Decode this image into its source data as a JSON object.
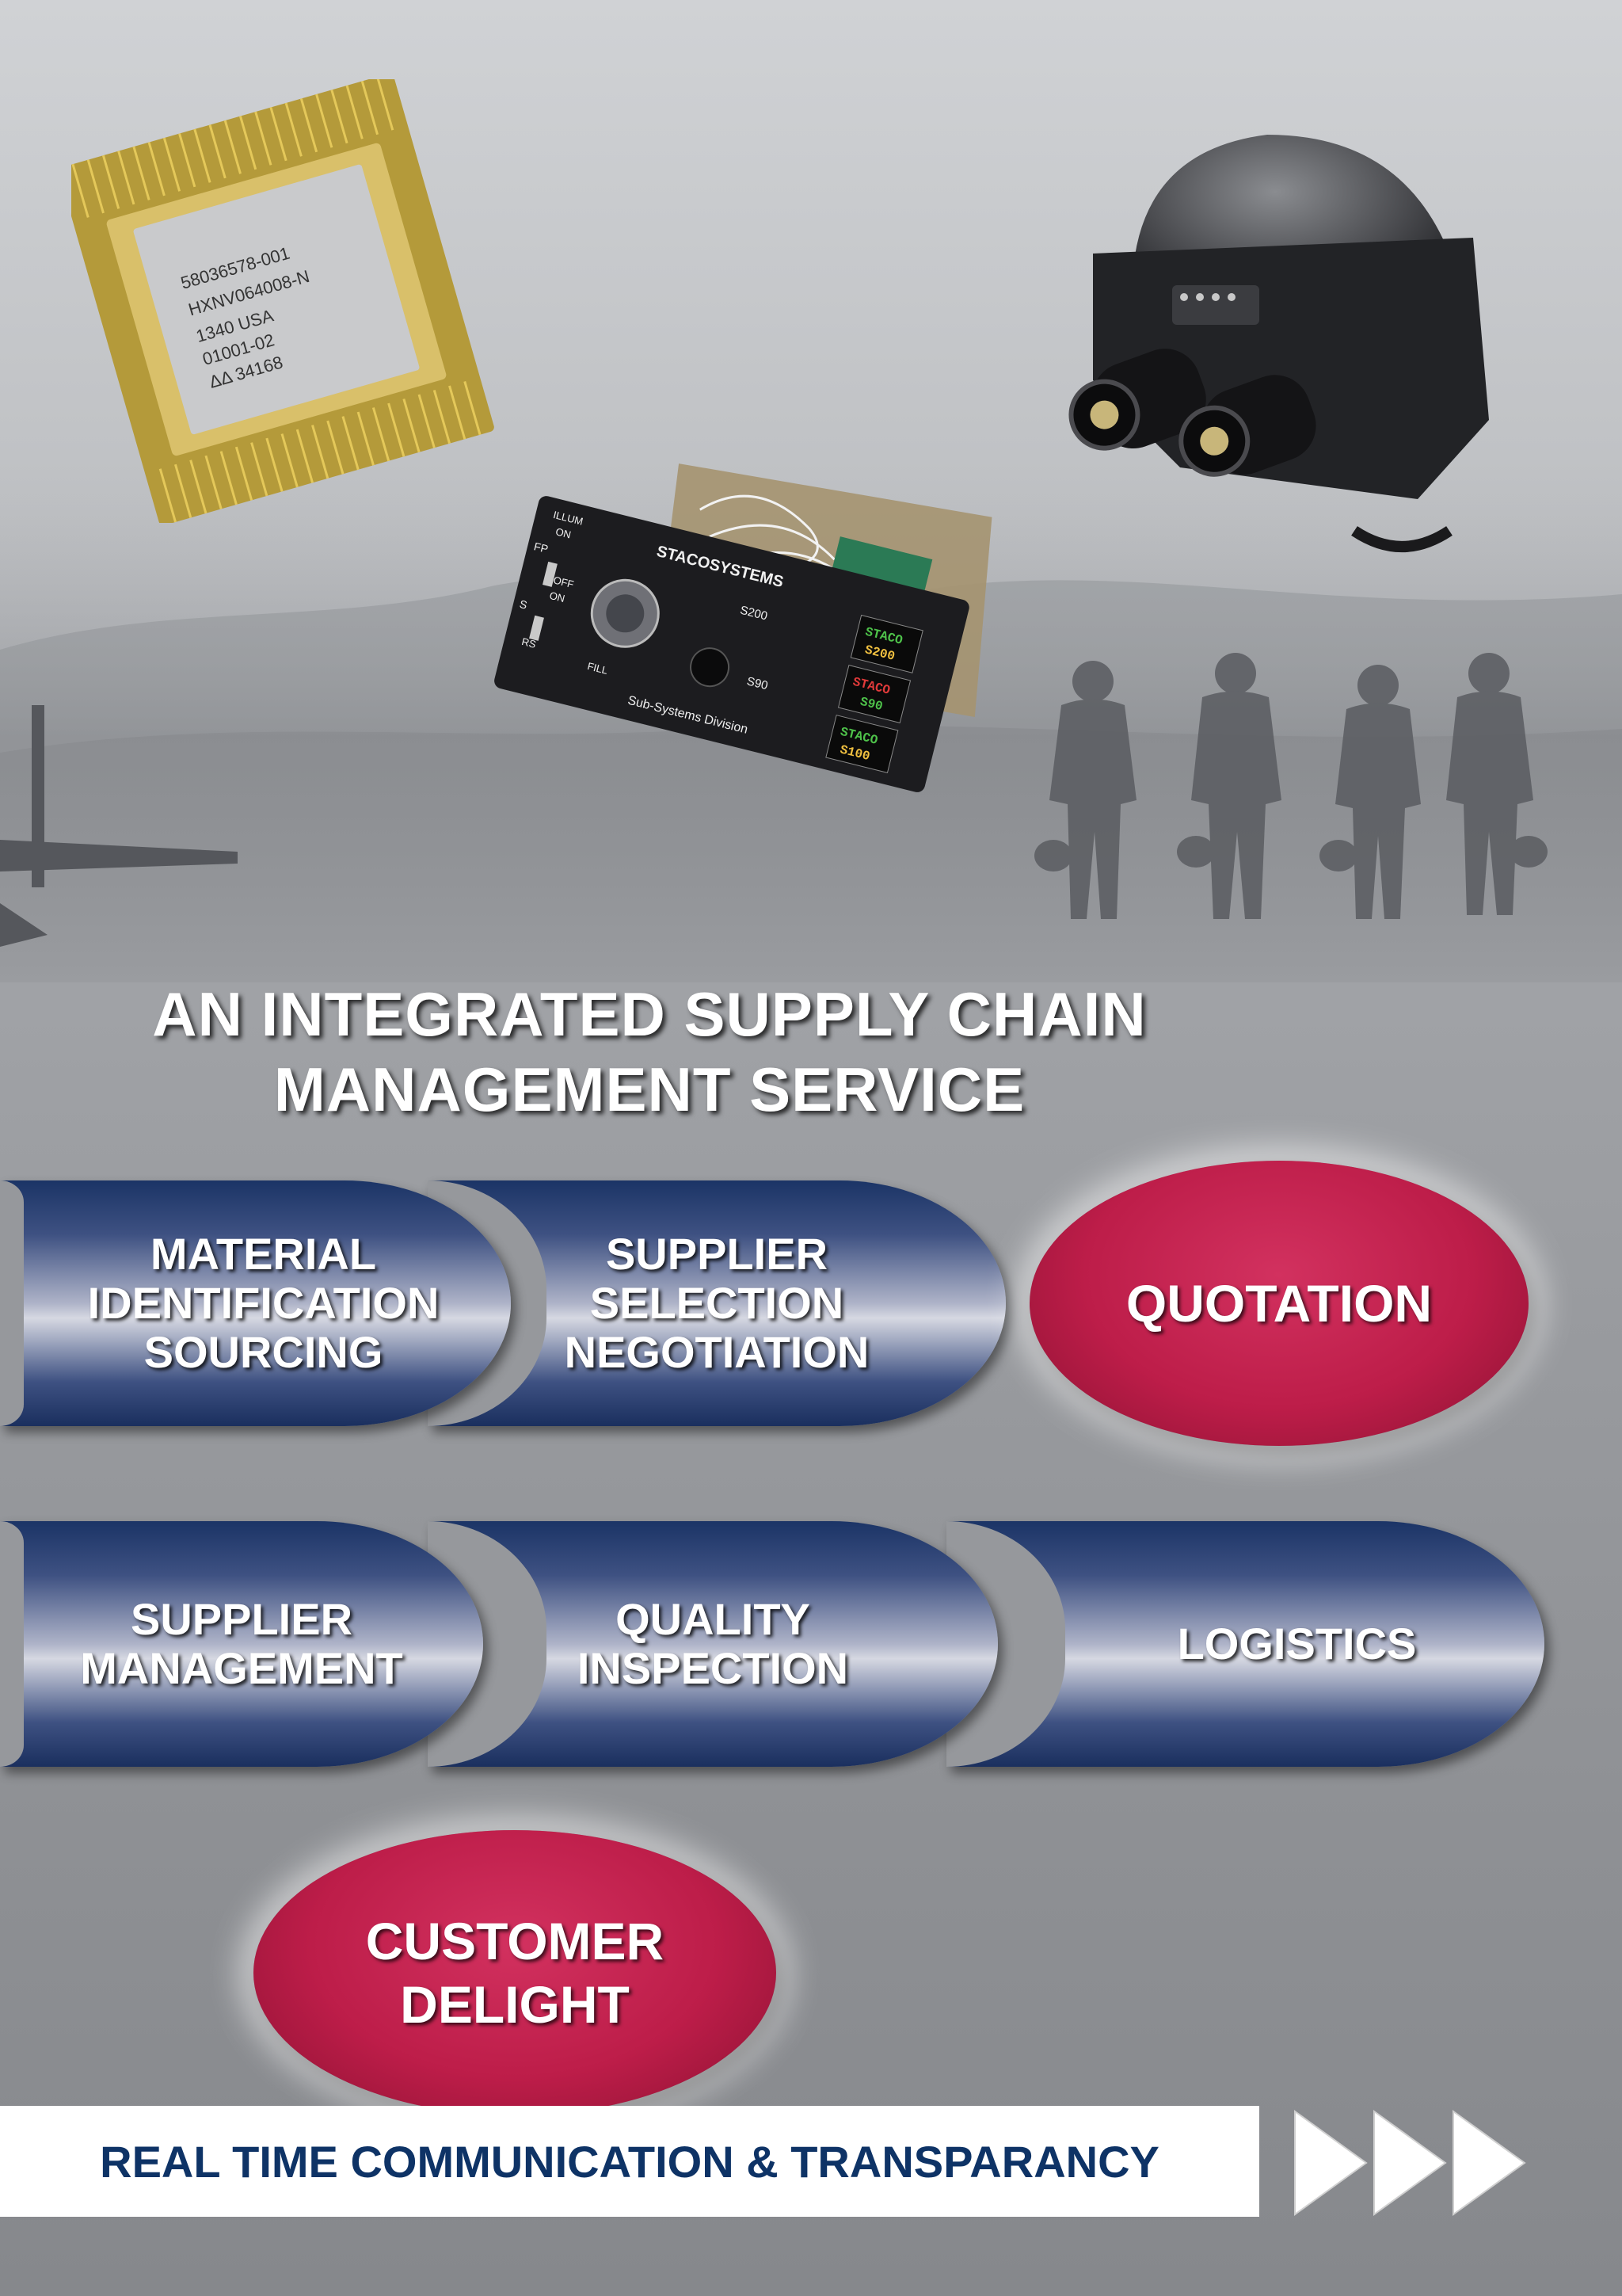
{
  "headline": {
    "line1": "AN INTEGRATED SUPPLY CHAIN",
    "line2": "MANAGEMENT SERVICE"
  },
  "process_steps": {
    "material": "MATERIAL\nIDENTIFICATION\nSOURCING",
    "supplier_selection": "SUPPLIER\nSELECTION\nNEGOTIATION",
    "quotation": "QUOTATION",
    "supplier_management": "SUPPLIER\nMANAGEMENT",
    "quality": "QUALITY\nINSPECTION",
    "logistics": "LOGISTICS",
    "customer_delight": "CUSTOMER\nDELIGHT"
  },
  "banner": {
    "text": "REAL TIME COMMUNICATION & TRANSPARANCY"
  },
  "photos": {
    "chip": {
      "label1": "58036578-001",
      "label2": "HXNV064008-N",
      "label3": "1340 USA",
      "label4": "01001-02",
      "label5": "ΔΔ 34168"
    },
    "panel": {
      "brand": "STACOSYSTEMS",
      "division": "Sub-Systems Division",
      "illum": "ILLUM",
      "on1": "ON",
      "fp": "FP",
      "off": "OFF",
      "on2": "ON",
      "s": "S",
      "rs": "RS",
      "fill": "FILL",
      "s200": "S200",
      "s90": "S90",
      "staco": "STACO",
      "s100": "S100"
    }
  },
  "colors": {
    "arrow_navy": "#1b3466",
    "oval_crimson": "#bd1d49",
    "banner_text": "#0e3366"
  }
}
